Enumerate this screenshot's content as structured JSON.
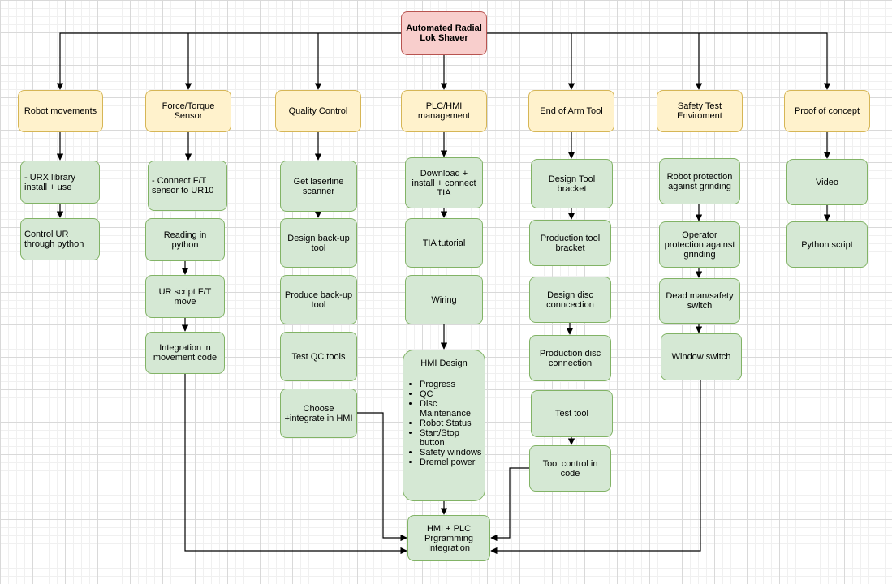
{
  "root": "Automated Radial Lok Shaver",
  "categories": {
    "robot": "Robot movements",
    "ft": "Force/Torque Sensor",
    "qc": "Quality Control",
    "plc": "PLC/HMI management",
    "eoat": "End of Arm Tool",
    "safety": "Safety Test Enviroment",
    "poc": "Proof of concept"
  },
  "tasks": {
    "robot": [
      "- URX library install + use",
      "Control UR through python"
    ],
    "ft": [
      "- Connect F/T sensor to UR10",
      "Reading in python",
      "UR script F/T move",
      "Integration in movement code"
    ],
    "qc": [
      "Get laserline scanner",
      "Design back-up tool",
      "Produce back-up tool",
      "Test QC tools",
      "Choose +integrate in HMI"
    ],
    "plc": [
      "Download + install + connect TIA",
      "TIA tutorial",
      "Wiring"
    ],
    "eoat": [
      "Design Tool bracket",
      "Production tool bracket",
      "Design disc conncection",
      "Production disc connection",
      "Test tool",
      "Tool control in code"
    ],
    "safety": [
      "Robot protection against grinding",
      "Operator protection against grinding",
      "Dead man/safety switch",
      "Window switch"
    ],
    "poc": [
      "Video",
      "Python script"
    ]
  },
  "hmi": {
    "title": "HMI Design",
    "items": [
      "Progress",
      "QC",
      "Disc Maintenance",
      "Robot Status",
      "Start/Stop button",
      "Safety windows",
      "Dremel power"
    ]
  },
  "integration": "HMI + PLC Prgramming Integration",
  "colors": {
    "root_fill": "#f8cecc",
    "root_stroke": "#b85450",
    "category_fill": "#fff2cc",
    "category_stroke": "#d6b656",
    "task_fill": "#d5e8d4",
    "task_stroke": "#82b366",
    "connector": "#000000"
  }
}
